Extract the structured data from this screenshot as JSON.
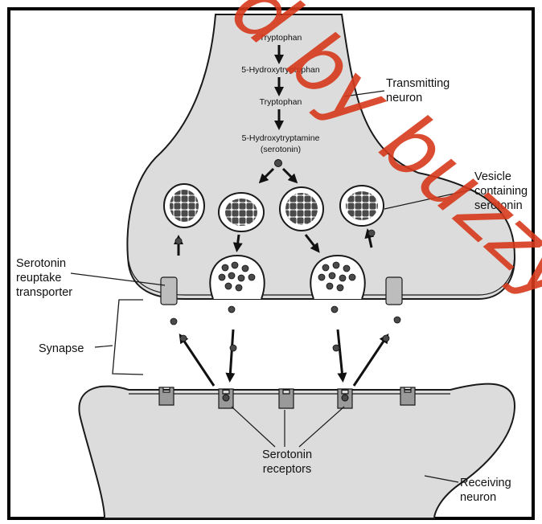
{
  "colors": {
    "neuron_fill": "#dcdcdc",
    "membrane": "#1a1a1a",
    "vesicle_core": "#4a4a4a",
    "watermark": "#d63a1c"
  },
  "pathway": {
    "step1": "Tryptophan",
    "step2": "5-Hydroxytryptophan",
    "step3": "Tryptophan",
    "step4a": "5-Hydroxytryptamine",
    "step4b": "(serotonin)"
  },
  "labels": {
    "transmitting_1": "Transmitting",
    "transmitting_2": "neuron",
    "vesicle_1": "Vesicle",
    "vesicle_2": "containing",
    "vesicle_3": "serotonin",
    "reuptake_1": "Serotonin",
    "reuptake_2": "reuptake",
    "reuptake_3": "transporter",
    "synapse": "Synapse",
    "receptors_1": "Serotonin",
    "receptors_2": "receptors",
    "receiving_1": "Receiving",
    "receiving_2": "neuron"
  },
  "watermark": "d by buzzybee"
}
